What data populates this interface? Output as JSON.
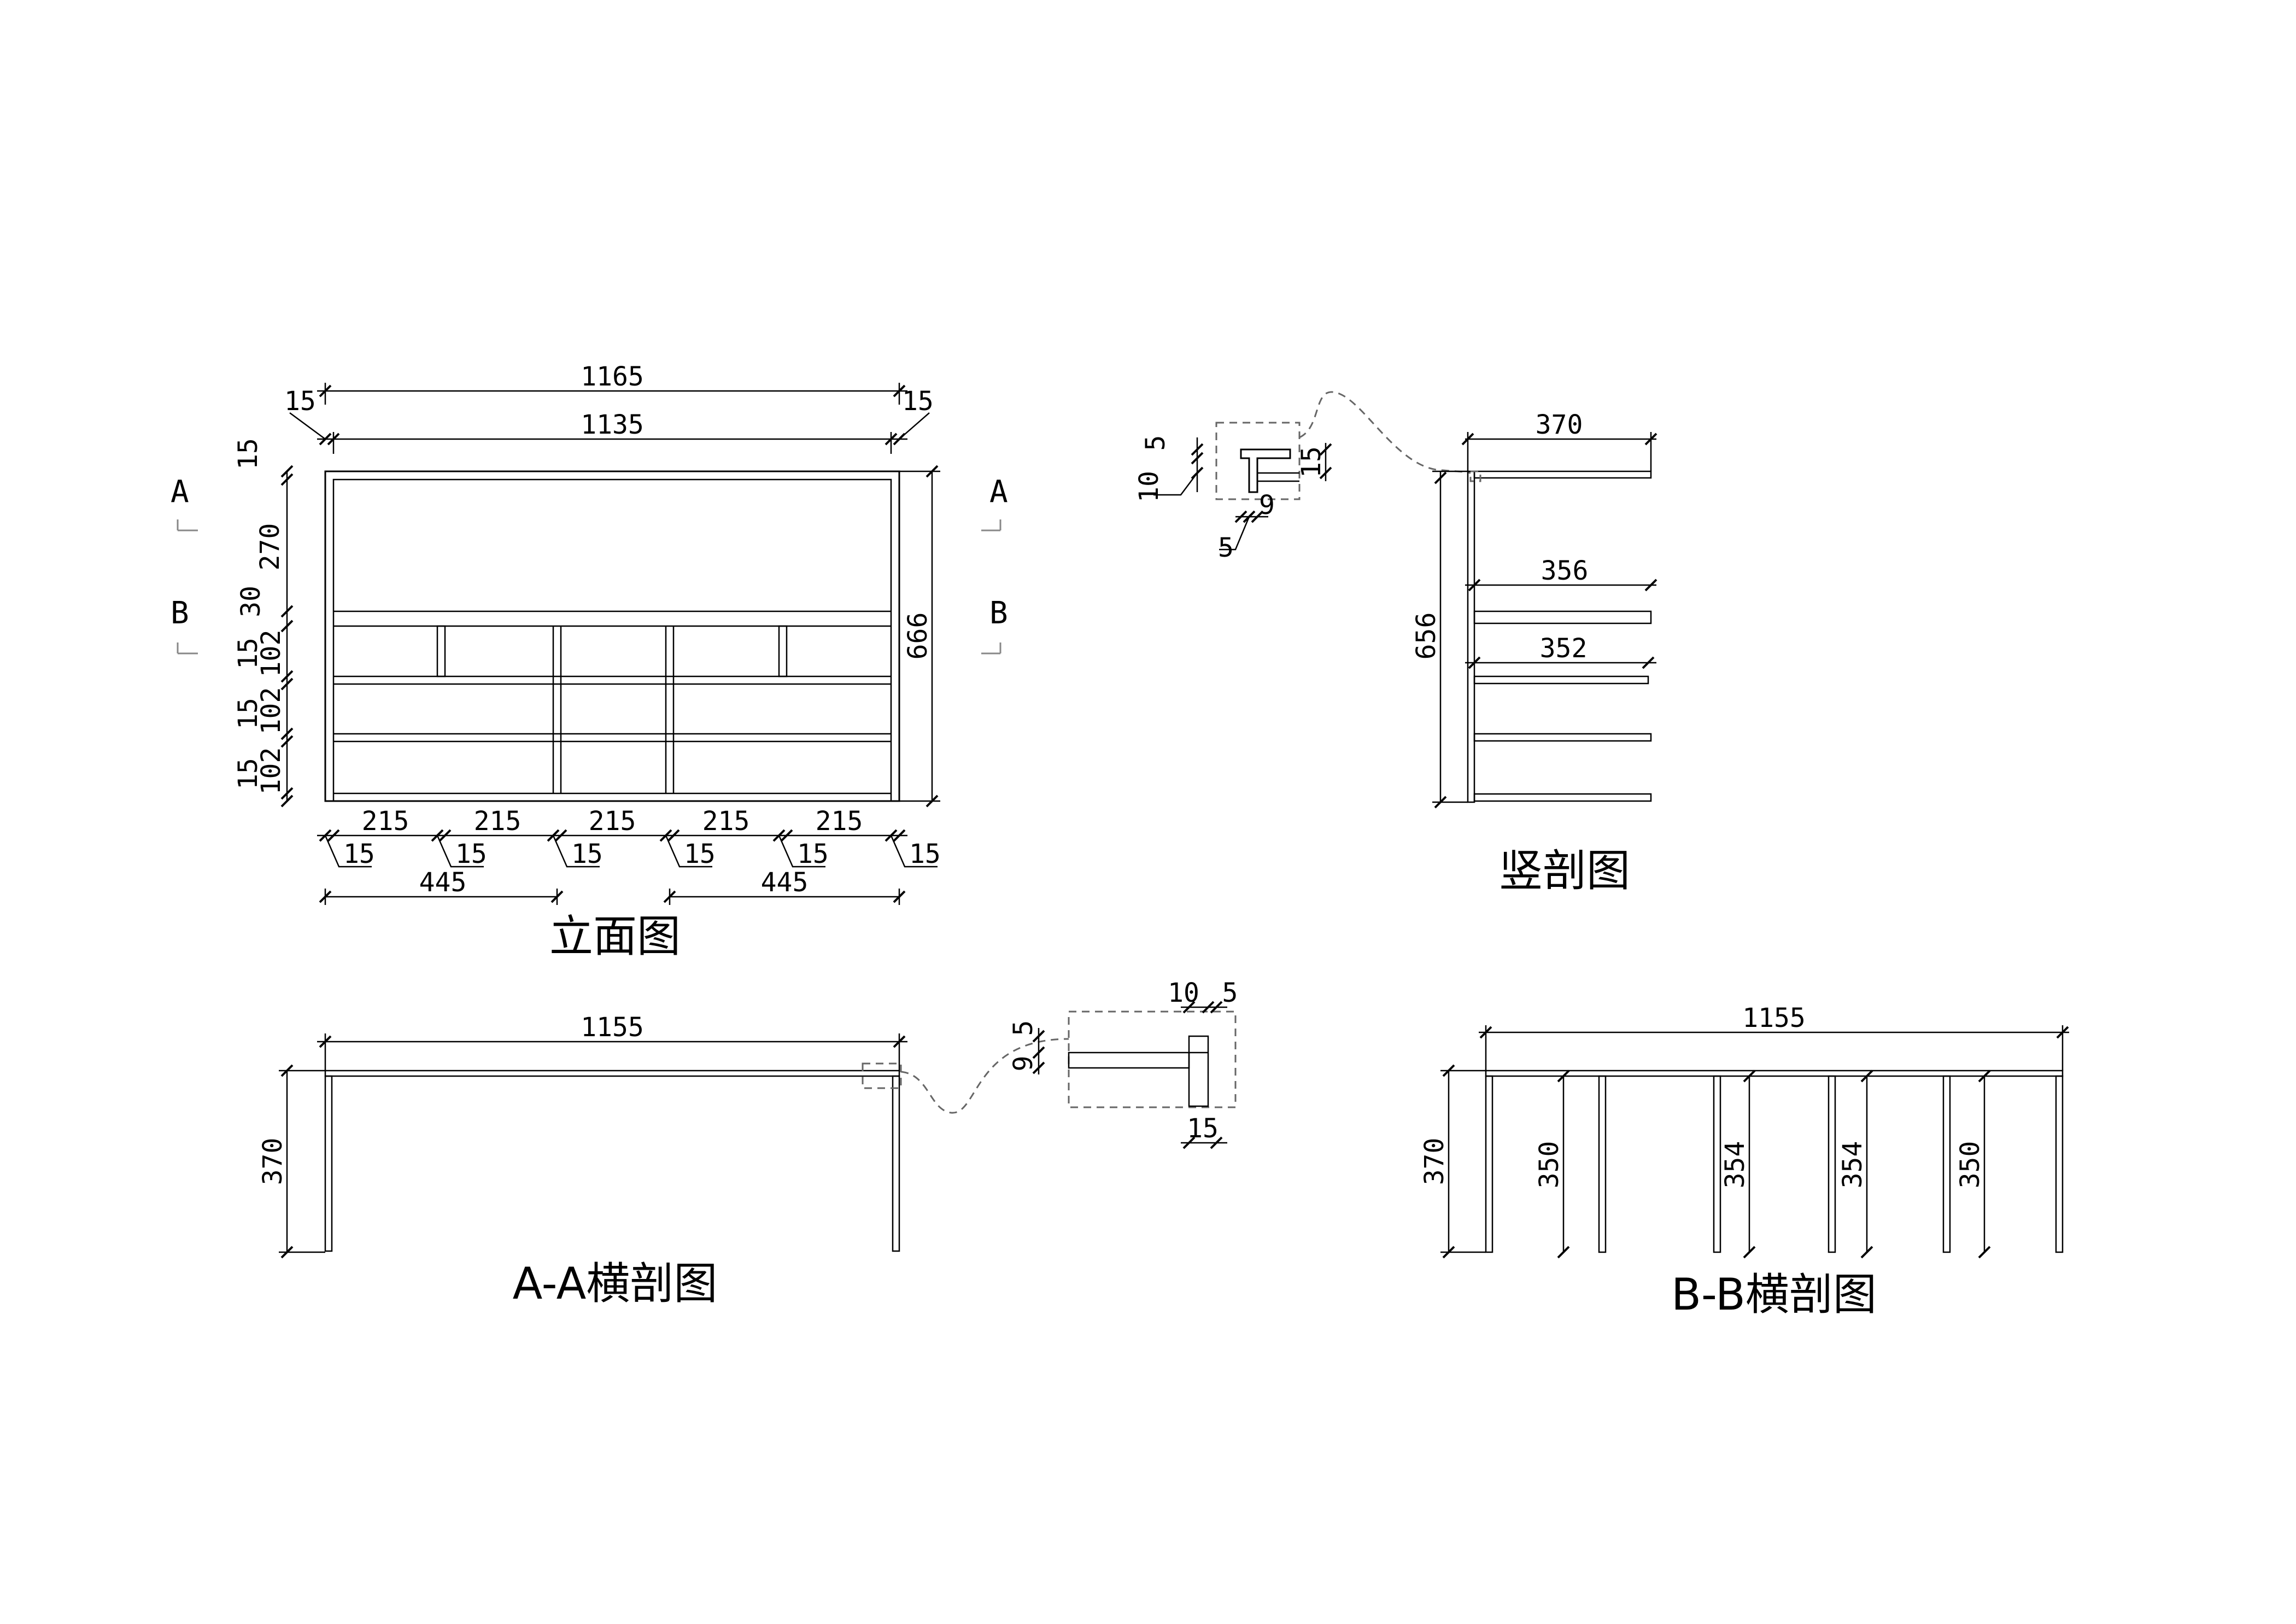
{
  "titles": {
    "elevation": "立面图",
    "vertical_section": "竖剖图",
    "section_aa": "A-A横剖图",
    "section_bb": "B-B横剖图"
  },
  "section_marks": {
    "a": "A",
    "b": "B"
  },
  "elevation_dims": {
    "overall_width": "1165",
    "inner_width": "1135",
    "left_post": "15",
    "right_post": "15",
    "overall_height": "666",
    "left_stack": [
      "15",
      "270",
      "30",
      "15",
      "102",
      "15",
      "102",
      "15",
      "102"
    ],
    "bottom_bays": [
      "215",
      "215",
      "215",
      "215",
      "215"
    ],
    "bottom_posts": [
      "15",
      "15",
      "15",
      "15",
      "15",
      "15"
    ],
    "bottom_spans": [
      "445",
      "445"
    ]
  },
  "vertical_dims": {
    "top_depth": "370",
    "shelf_depth_1": "356",
    "shelf_depth_2": "352",
    "height": "656",
    "detail": {
      "d5_top": "5",
      "d10": "10",
      "d15": "15",
      "d9": "9",
      "d5_bottom": "5"
    }
  },
  "aa_dims": {
    "length": "1155",
    "height": "370",
    "detail": {
      "d10": "10",
      "d5_top": "5",
      "d5_side": "5",
      "d9": "9",
      "d15": "15"
    }
  },
  "bb_dims": {
    "length": "1155",
    "height": "370",
    "legs": [
      "350",
      "354",
      "354",
      "350"
    ]
  }
}
